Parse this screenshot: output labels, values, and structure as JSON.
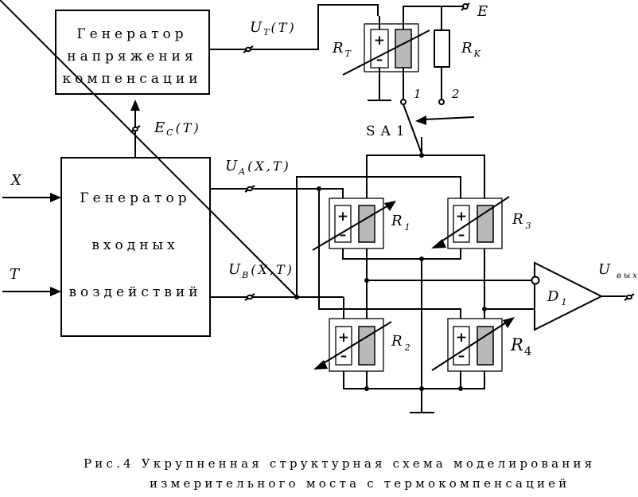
{
  "blocks": {
    "compensation_generator": [
      "Генератор",
      "напряжения",
      "компенсации"
    ],
    "input_generator": [
      "Генератор",
      "входных",
      "воздействий"
    ]
  },
  "inputs": {
    "x": "X",
    "t": "T"
  },
  "signals": {
    "ut_main": "U",
    "ut_sub": "T",
    "ut_arg": "(T)",
    "ec_main": "E",
    "ec_sub": "C",
    "ec_arg": "(T)",
    "ua_main": "U",
    "ua_sub": "A",
    "ua_arg": "(X,T)",
    "ub_main": "U",
    "ub_sub": "B",
    "ub_arg": "(X,T)",
    "e": "E",
    "uout_main": "U",
    "uout_sub": "вых"
  },
  "components": {
    "rt_main": "R",
    "rt_sub": "T",
    "rk_main": "R",
    "rk_sub": "K",
    "r1_main": "R",
    "r1_sub": "1",
    "r2_main": "R",
    "r2_sub": "2",
    "r3_main": "R",
    "r3_sub": "3",
    "r4_main": "R",
    "r4_sub": "4",
    "d1_main": "D",
    "d1_sub": "1",
    "switch": "SA1",
    "switch_pos1": "1",
    "switch_pos2": "2"
  },
  "polarity": {
    "plus": "+",
    "minus": "–"
  },
  "caption": {
    "line1": "Рис.4   Укрупненная структурная схема моделирования",
    "line2": "измерительного  моста с термокомпенсацией"
  }
}
